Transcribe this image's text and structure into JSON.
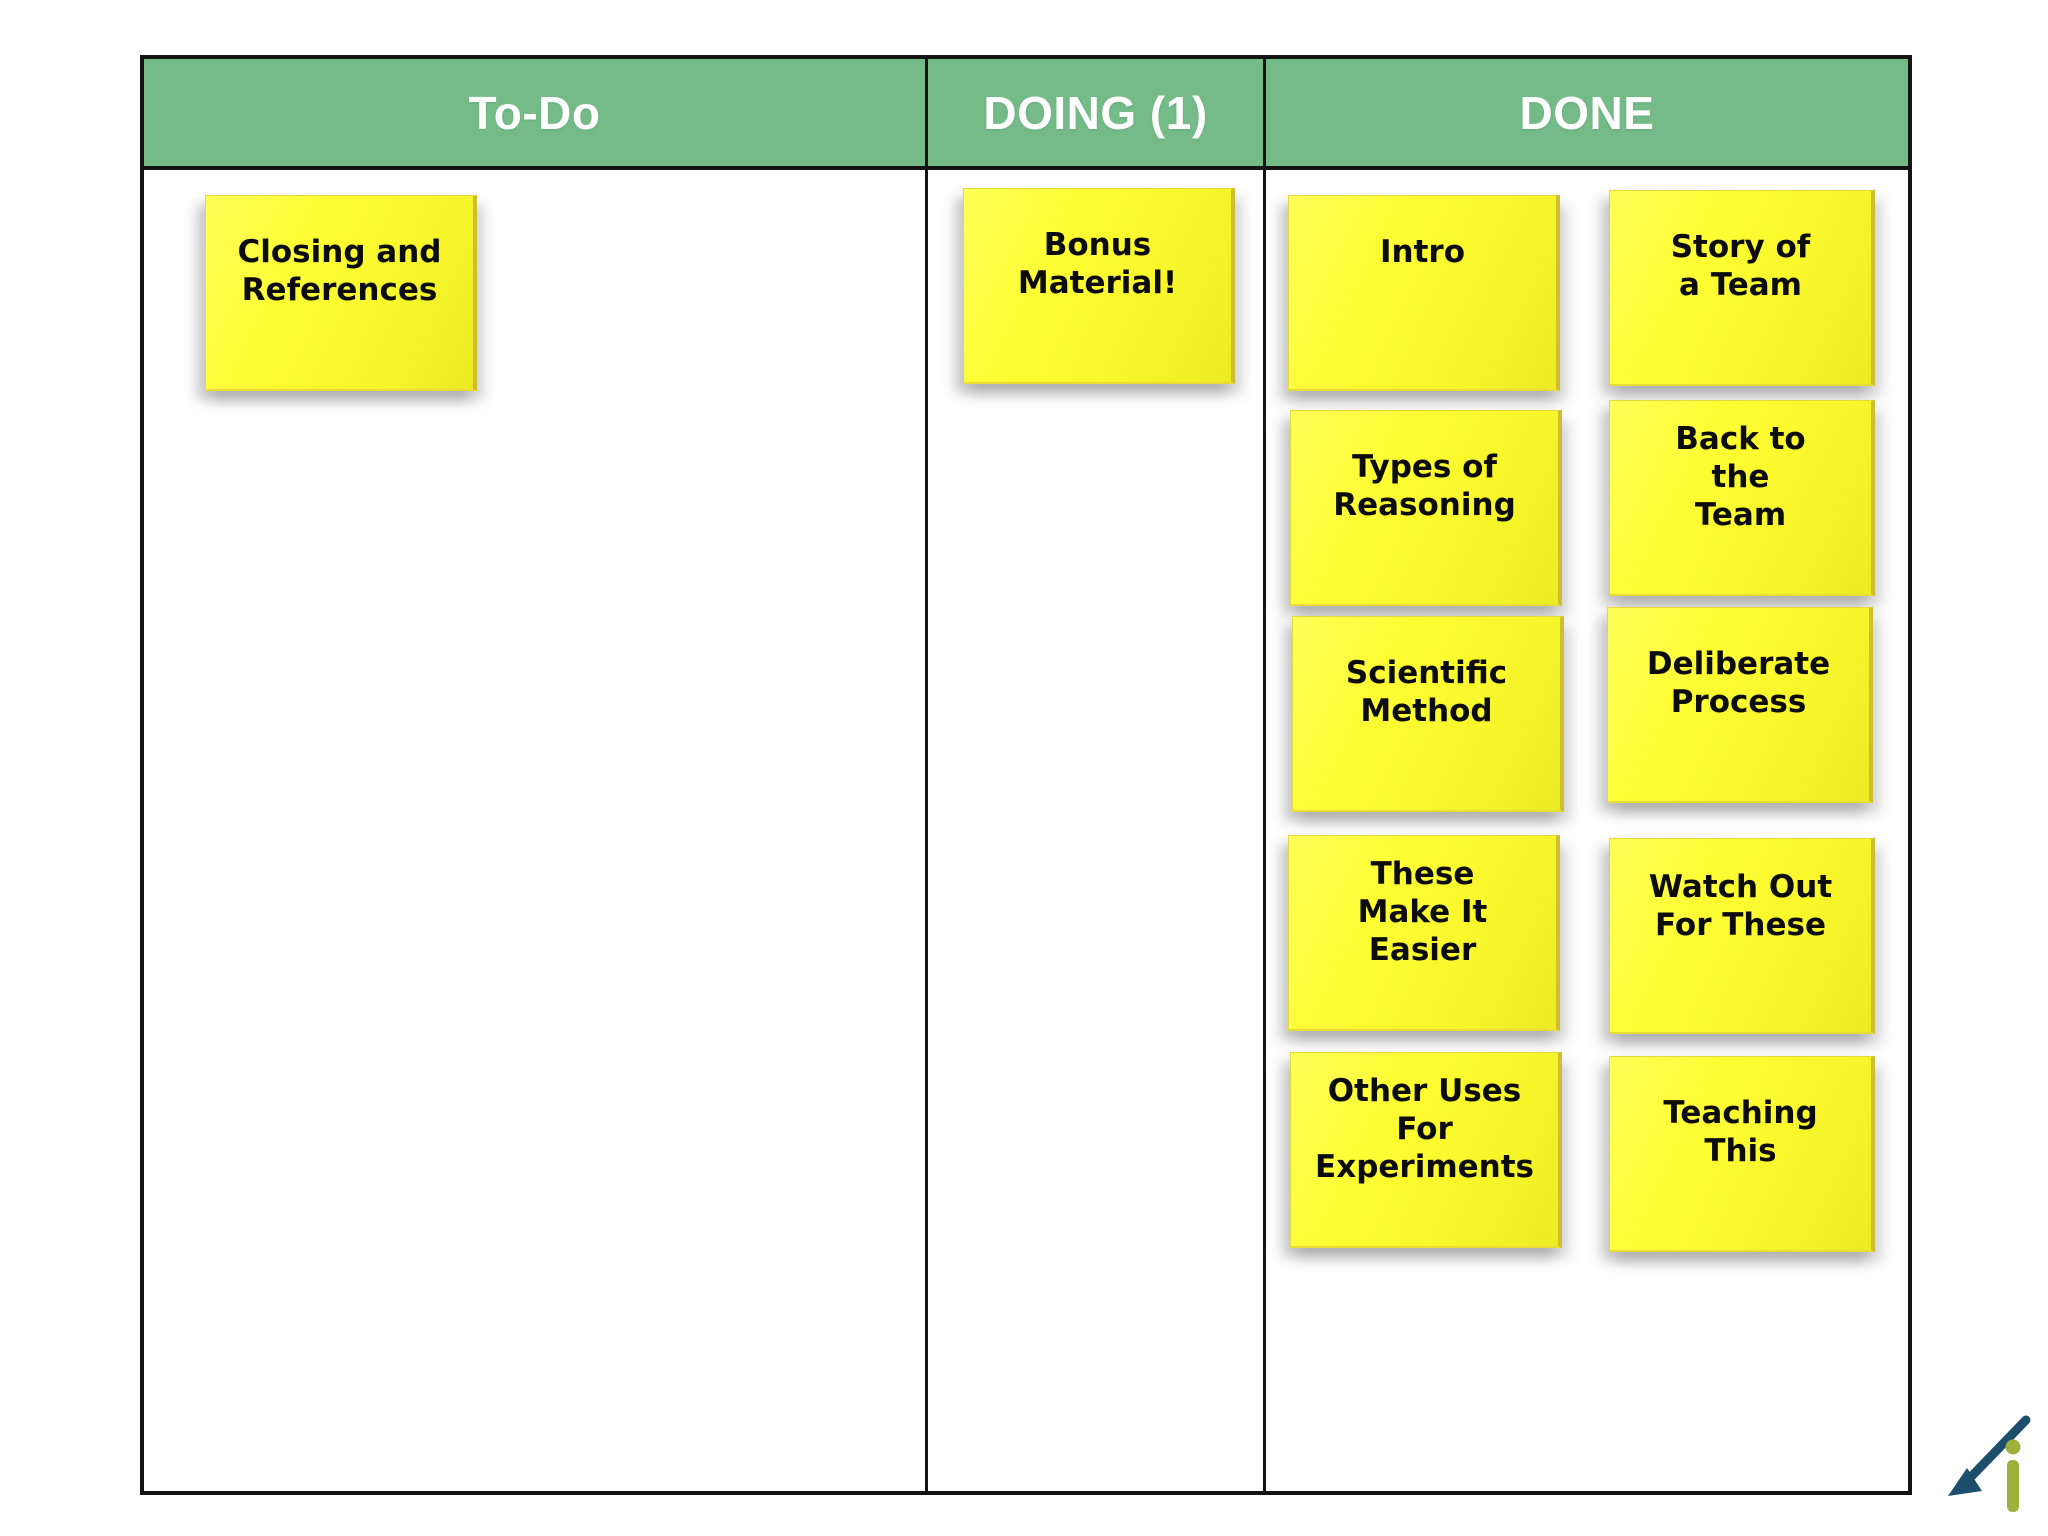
{
  "board": {
    "columns": [
      {
        "label": "To-Do",
        "notes": [
          {
            "text": "Closing and\nReferences"
          }
        ]
      },
      {
        "label": "DOING (1)",
        "notes": [
          {
            "text": "Bonus\nMaterial!"
          }
        ]
      },
      {
        "label": "DONE",
        "notes": [
          {
            "text": "Intro"
          },
          {
            "text": "Story of\na Team"
          },
          {
            "text": "Types of\nReasoning"
          },
          {
            "text": "Back to\nthe\nTeam"
          },
          {
            "text": "Scientific\nMethod"
          },
          {
            "text": "Deliberate\nProcess"
          },
          {
            "text": "These\nMake It\nEasier"
          },
          {
            "text": "Watch Out\nFor These"
          },
          {
            "text": "Other Uses\nFor\nExperiments"
          },
          {
            "text": "Teaching\nThis"
          }
        ]
      }
    ]
  },
  "colors": {
    "header_green": "#74bb88",
    "border_black": "#141414",
    "note_yellow": "#fdfd33",
    "note_text": "#0c0c0c",
    "logo_teal": "#1d4e6b",
    "logo_green": "#9cb23c"
  },
  "icons": {
    "logo": "arrow-i-logo-icon"
  }
}
